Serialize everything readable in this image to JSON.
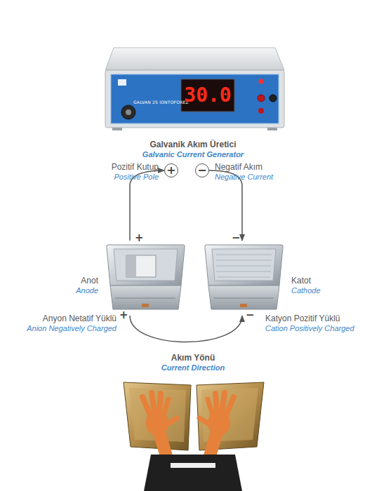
{
  "diagram": {
    "nodes": [
      {
        "text": [
          "GALVAN 25 IONTOFOREZ",
          "30.0"
        ]
      },
      {
        "text": [
          "+"
        ]
      },
      {
        "text": [
          "−"
        ]
      },
      {
        "text": [
          "Anot",
          "Anode"
        ]
      },
      {
        "text": [
          "Katot",
          "Cathode"
        ]
      }
    ],
    "edges": [
      {
        "from": 3,
        "to": 1,
        "arrow": "to"
      },
      {
        "from": 2,
        "to": 4,
        "arrow": "to"
      },
      {
        "from": 3,
        "to": 4,
        "arrow": "to"
      }
    ],
    "labels": [
      "Galvanik Akım Üretici",
      "Galvanic Current Generator",
      "Pozitif Kutup",
      "Positive Pole",
      "Negatif Akım",
      "Negative Current",
      "+",
      "−",
      "Anyon Netatif Yüklü",
      "Anion Negatively Charged",
      "+",
      "−",
      "Katyon Pozitif Yüklü",
      "Cation Positively Charged",
      "Akım Yönü",
      "Current Direction"
    ]
  }
}
